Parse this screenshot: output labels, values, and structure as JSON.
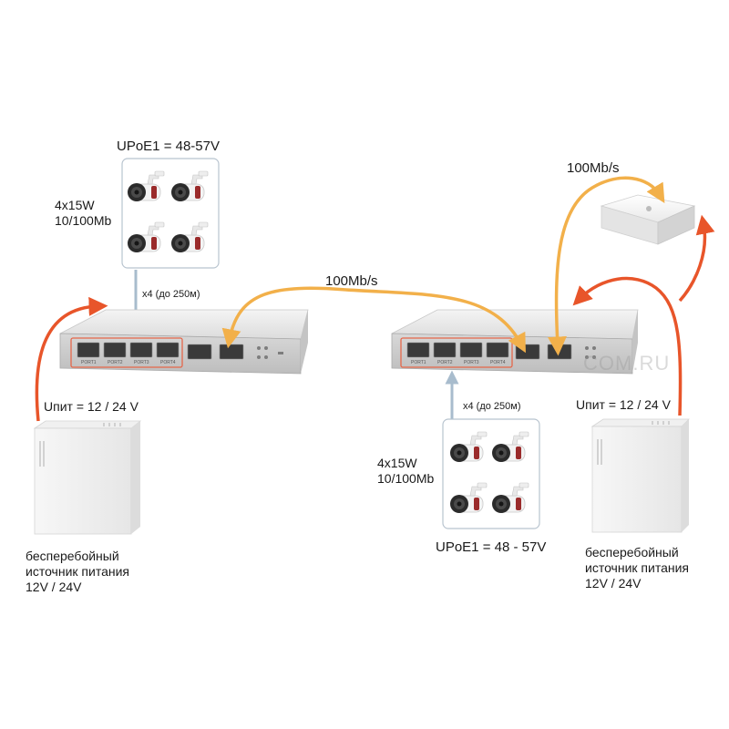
{
  "left": {
    "upoe_label": "UPoE1 = 48-57V",
    "power_label": "4x15W",
    "speed_label": "10/100Mb",
    "cable_label": "x4 (до 250м)",
    "supply_label": "Uпит = 12 / 24 V",
    "psu_line1": "бесперебойный",
    "psu_line2": "источник питания",
    "psu_line3": "12V / 24V"
  },
  "right": {
    "upoe_label": "UPoE1 = 48 - 57V",
    "power_label": "4x15W",
    "speed_label": "10/100Mb",
    "cable_label": "x4 (до 250м)",
    "supply_label": "Uпит = 12 / 24 V",
    "psu_line1": "бесперебойный",
    "psu_line2": "источник питания",
    "psu_line3": "12V / 24V"
  },
  "links": {
    "switch_link_label": "100Mb/s",
    "nvr_link_label": "100Mb/s"
  },
  "switch_ports": [
    "PORT1",
    "PORT2",
    "PORT3",
    "PORT4"
  ],
  "watermark": "COM.RU",
  "colors": {
    "data_cable": "#f2b04a",
    "power_cable": "#e8552a",
    "poe_arrow": "#a8bccd",
    "port_highlight": "#e5674a"
  }
}
